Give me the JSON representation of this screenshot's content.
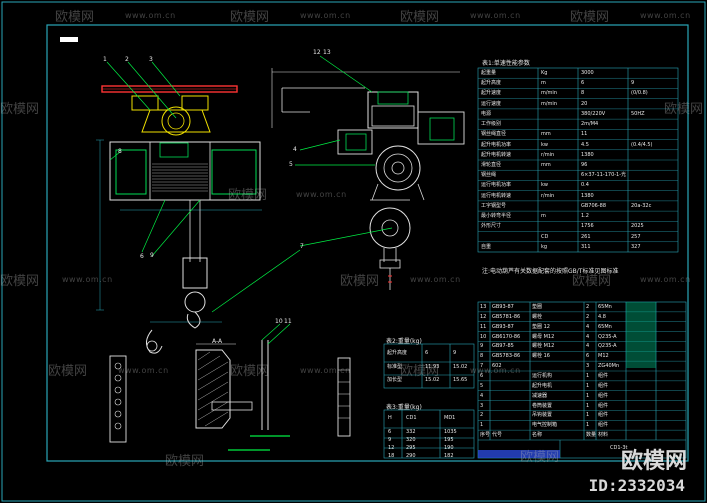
{
  "watermarks": [
    {
      "brand": "欧模网",
      "url": "www.om.cn"
    }
  ],
  "brand_watermark": {
    "logo_text": "欧模网",
    "id_text": "ID:2332034"
  },
  "callouts": [
    "1",
    "2",
    "3",
    "4",
    "5",
    "6",
    "7",
    "8",
    "9",
    "10",
    "11",
    "12",
    "13"
  ],
  "section_label": "A-A",
  "notes": {
    "main_table_title": "表1:单速性能参数",
    "footnote": "注:电动葫芦有关数据配套的按照GB/T标准见图标准",
    "weight_title": "表2:重量(kg)",
    "detail_title": "表3:重量(kg)"
  },
  "spec_table": {
    "rows": [
      [
        "起重量",
        "Kg",
        "3000"
      ],
      [
        "起升高度",
        "m",
        "6",
        "9"
      ],
      [
        "起升速度",
        "m/min",
        "8",
        "(0/0.8)"
      ],
      [
        "运行速度",
        "m/min",
        "20"
      ],
      [
        "电源",
        "",
        "380/220V",
        "50HZ"
      ],
      [
        "工作级别",
        "",
        "2m/M4"
      ],
      [
        "钢丝绳直径",
        "mm",
        "11"
      ],
      [
        "起升电机功率",
        "kw",
        "4.5",
        "(0.4/4.5)"
      ],
      [
        "起升电机转速",
        "r/min",
        "1380"
      ],
      [
        "滑轮直径",
        "mm",
        "96"
      ],
      [
        "钢丝绳",
        "",
        "6×37-11-170-1-光"
      ],
      [
        "运行电机功率",
        "kw",
        "0.4"
      ],
      [
        "运行电机转速",
        "r/min",
        "1380"
      ],
      [
        "工字钢型号",
        "",
        "GB706-88",
        "20a-32c"
      ],
      [
        "最小转弯半径",
        "m",
        "1.2"
      ],
      [
        "外形尺寸",
        "",
        "1756",
        "2025"
      ],
      [
        "",
        "CD",
        "261",
        "257"
      ],
      [
        "自重",
        "kg",
        "311",
        "327"
      ]
    ]
  },
  "parts_table": {
    "rows": [
      [
        "13",
        "GB93-87",
        "垫圈",
        "2",
        "65Mn"
      ],
      [
        "12",
        "GB5781-86",
        "螺栓",
        "2",
        "4.8"
      ],
      [
        "11",
        "GB93-87",
        "垫圈 12",
        "4",
        "65Mn"
      ],
      [
        "10",
        "GB6170-86",
        "螺母 M12",
        "4",
        "Q235-A"
      ],
      [
        "9",
        "GB97-85",
        "螺栓 M12",
        "4",
        "Q235-A"
      ],
      [
        "8",
        "GB5783-86",
        "螺栓 16",
        "6",
        "M12"
      ],
      [
        "7",
        "602",
        "",
        "3",
        "ZG40Mn"
      ],
      [
        "6",
        "",
        "运行机构",
        "1",
        "组件"
      ],
      [
        "5",
        "",
        "起升电机",
        "1",
        "组件"
      ],
      [
        "4",
        "",
        "减速器",
        "1",
        "组件"
      ],
      [
        "3",
        "",
        "卷筒装置",
        "1",
        "组件"
      ],
      [
        "2",
        "",
        "吊钩装置",
        "1",
        "组件"
      ],
      [
        "1",
        "",
        "电气控制箱",
        "1",
        "组件"
      ]
    ],
    "header": [
      "序号",
      "代号",
      "名称",
      "数量",
      "材料"
    ],
    "title_block": "CD1-3t"
  },
  "weight_table": {
    "header": [
      "起升高度",
      "6",
      "9"
    ],
    "rows": [
      [
        "标准型",
        "11.93",
        "15.02"
      ],
      [
        "加长型",
        "15.02",
        "15.65"
      ]
    ]
  },
  "detail_table": {
    "header": [
      "H",
      "CD1",
      "MD1"
    ],
    "rows": [
      [
        "6",
        "332",
        "1035"
      ],
      [
        "9",
        "320",
        "195"
      ],
      [
        "12",
        "295",
        "190"
      ],
      [
        "18",
        "290",
        "182"
      ]
    ]
  }
}
